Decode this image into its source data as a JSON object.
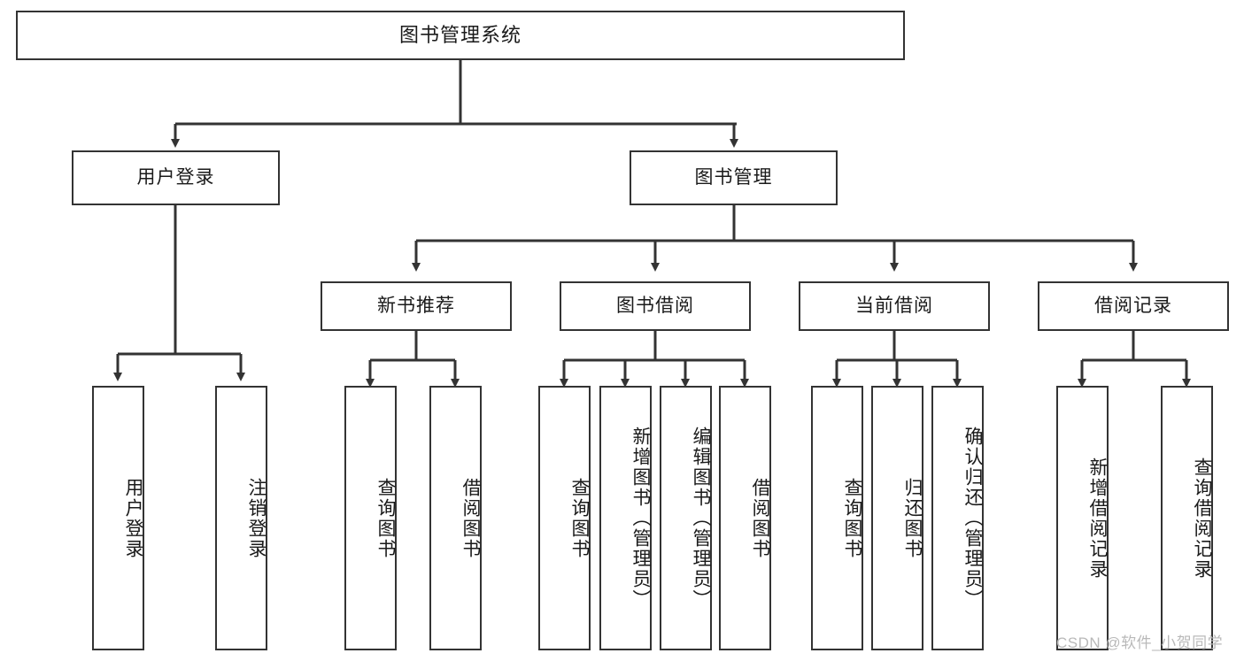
{
  "diagram": {
    "title": "图书管理系统",
    "type": "tree",
    "watermark": "CSDN @软件_小贺同学",
    "colors": {
      "stroke": "#333333",
      "fill": "#ffffff",
      "text": "#1a1a1a",
      "watermark": "#b9b9b9"
    },
    "levels": {
      "root": {
        "label": "图书管理系统"
      },
      "level2": [
        {
          "id": "user-login",
          "label": "用户登录"
        },
        {
          "id": "book-manage",
          "label": "图书管理"
        }
      ],
      "level3": [
        {
          "id": "new-book-rec",
          "label": "新书推荐"
        },
        {
          "id": "book-borrow",
          "label": "图书借阅"
        },
        {
          "id": "current-borrow",
          "label": "当前借阅"
        },
        {
          "id": "borrow-record",
          "label": "借阅记录"
        }
      ],
      "leaves": [
        {
          "id": "leaf-user-login",
          "label": "用户登录",
          "parent": "user-login"
        },
        {
          "id": "leaf-logout",
          "label": "注销登录",
          "parent": "user-login"
        },
        {
          "id": "leaf-query-book-1",
          "label": "查询图书",
          "parent": "new-book-rec"
        },
        {
          "id": "leaf-borrow-book-1",
          "label": "借阅图书",
          "parent": "new-book-rec"
        },
        {
          "id": "leaf-query-book-2",
          "label": "查询图书",
          "parent": "book-borrow"
        },
        {
          "id": "leaf-add-book",
          "label": "新增图书（管理员）",
          "parent": "book-borrow"
        },
        {
          "id": "leaf-edit-book",
          "label": "编辑图书（管理员）",
          "parent": "book-borrow"
        },
        {
          "id": "leaf-borrow-book-2",
          "label": "借阅图书",
          "parent": "book-borrow"
        },
        {
          "id": "leaf-query-book-3",
          "label": "查询图书",
          "parent": "current-borrow"
        },
        {
          "id": "leaf-return-book",
          "label": "归还图书",
          "parent": "current-borrow"
        },
        {
          "id": "leaf-confirm-return",
          "label": "确认归还（管理员）",
          "parent": "current-borrow"
        },
        {
          "id": "leaf-add-record",
          "label": "新增借阅记录",
          "parent": "borrow-record"
        },
        {
          "id": "leaf-query-record",
          "label": "查询借阅记录",
          "parent": "borrow-record"
        }
      ]
    }
  }
}
